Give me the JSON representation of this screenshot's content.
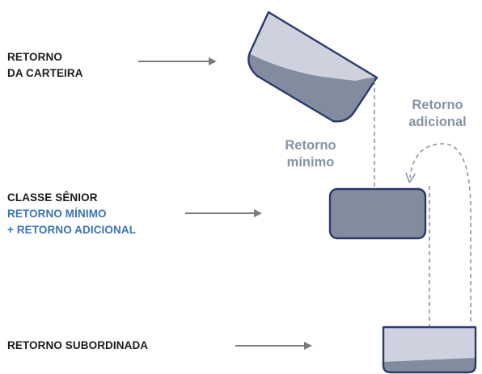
{
  "labels": {
    "portfolio_line1": "RETORNO",
    "portfolio_line2": "DA CARTEIRA",
    "senior_title": "CLASSE SÊNIOR",
    "senior_line2": "RETORNO MÍNIMO",
    "senior_line3": "+ RETORNO ADICIONAL",
    "subordinate": "RETORNO SUBORDINADA"
  },
  "flows": {
    "minimum_line1": "Retorno",
    "minimum_line2": "mínimo",
    "additional_line1": "Retorno",
    "additional_line2": "adicional"
  },
  "colors": {
    "text_dark": "#1b1b1b",
    "text_blue": "#3a73b8",
    "flow_text": "#8693a5",
    "container_outline": "#2a3a6a",
    "liquid_fill": "#828c9e",
    "empty_fill": "#cfd2de",
    "arrow": "#7b7b7b",
    "dashed_line": "#8a95a8"
  }
}
